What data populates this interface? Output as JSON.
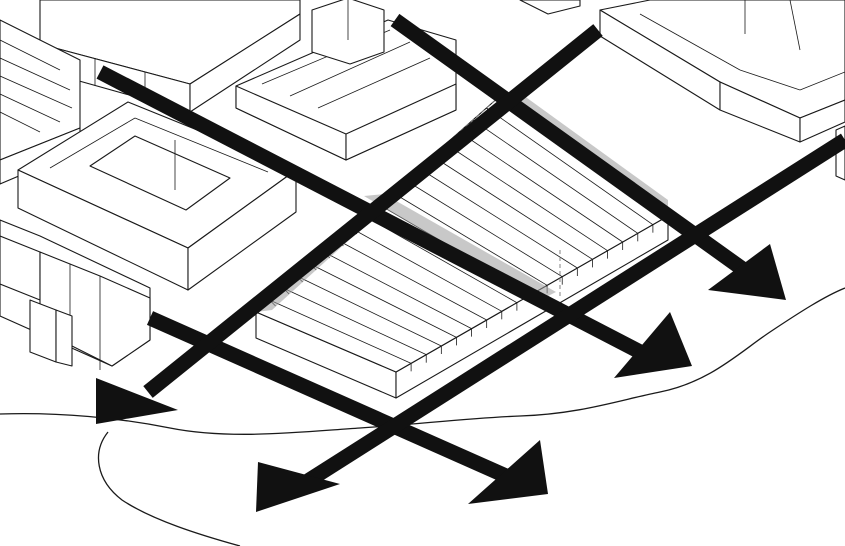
{
  "diagram": {
    "style": "black-and-white axonometric line drawing",
    "elements": [
      "existing-blocks",
      "stepped-terrace-building",
      "movement-axes",
      "direction-arrows",
      "shoreline"
    ],
    "colors": {
      "line": "#1a1a1a",
      "axis": "#111111",
      "highlight": "#9a9a9a",
      "background": "#ffffff"
    },
    "arrow_count": 5,
    "terrace_steps": 18
  }
}
